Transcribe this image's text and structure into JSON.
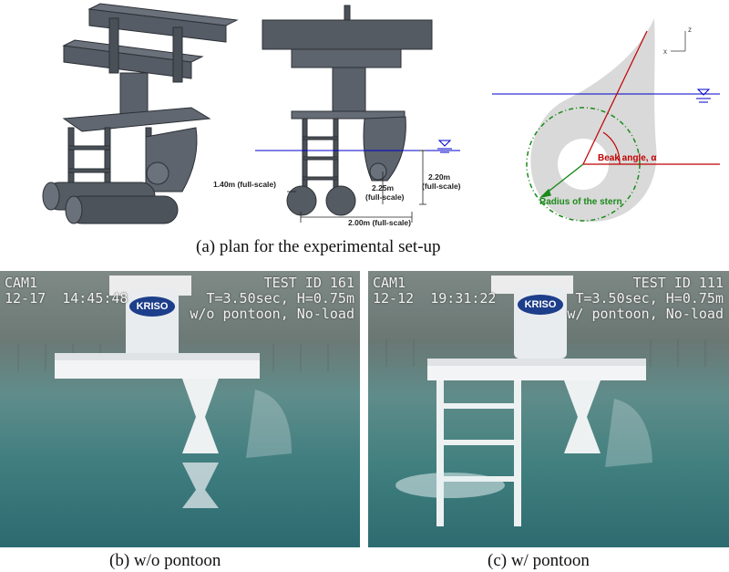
{
  "panel_a": {
    "caption": "(a)  plan  for  the  experimental  set-up",
    "dims": {
      "d1": "1.40m  (full-scale)",
      "d2": "2.25m",
      "d2b": "(full-scale)",
      "d3": "2.20m",
      "d3b": "(full-scale)",
      "d4": "2.00m  (full-scale)"
    },
    "axis": {
      "z": "z",
      "x": "x"
    },
    "beak_label": "Beak angle, α",
    "radius_label": "Radius of the stern",
    "colors": {
      "beak": "#c00000",
      "radius": "#1a8a1a",
      "water": "#0000cc",
      "hull": "#d9d9d9"
    }
  },
  "panel_b": {
    "caption": "(b)  w/o  pontoon",
    "cam": "CAM1",
    "datetime": "12-17  14:45:48",
    "test_id": "TEST ID 161",
    "params": "T=3.50sec, H=0.75m",
    "condition": "w/o pontoon, No-load",
    "logo": "KRISO"
  },
  "panel_c": {
    "caption": "(c)  w/  pontoon",
    "cam": "CAM1",
    "datetime": "12-12  19:31:22",
    "test_id": "TEST ID 111",
    "params": "T=3.50sec, H=0.75m",
    "condition": "w/ pontoon, No-load",
    "logo": "KRISO"
  }
}
